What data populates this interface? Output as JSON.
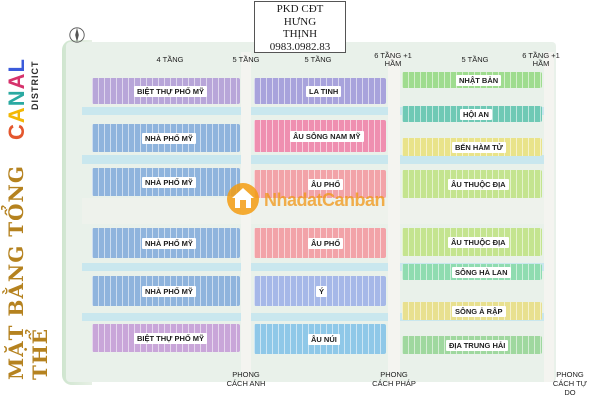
{
  "brand": {
    "canal_letters": [
      "C",
      "A",
      "N",
      "A",
      "L"
    ],
    "district": "DISTRICT",
    "site_plan": "MẶT BẰNG TỔNG THỂ"
  },
  "hotline": {
    "line1": "PKD CĐT",
    "line2": "HƯNG",
    "line3": "THỊNH",
    "phone": "0983.0982.83"
  },
  "watermark": {
    "text": "NhadatCanban"
  },
  "floors": {
    "left": "4 TẦNG",
    "mid_left": "5 TẦNG",
    "center": "5 TẦNG",
    "mid_right": "6 TẦNG +1 HẦM",
    "right": "5 TẦNG",
    "far_right": "6 TẦNG +1 HẦM"
  },
  "styles": {
    "anh": "PHONG CÁCH ANH",
    "phap": "PHONG CÁCH PHÁP",
    "tudo": "PHONG CÁCH TỰ DO"
  },
  "left_blocks": [
    {
      "name": "BIỆT THỰ PHỐ MỸ",
      "color": "#b8a6d9"
    },
    {
      "name": "NHÀ PHỐ MỸ",
      "color": "#8fb4dd"
    },
    {
      "name": "NHÀ PHỐ MỸ",
      "color": "#8fb4dd"
    },
    {
      "name": "NHÀ PHỐ MỸ",
      "color": "#8fb4dd"
    },
    {
      "name": "NHÀ PHỐ MỸ",
      "color": "#8fb4dd"
    },
    {
      "name": "BIỆT THỰ PHỐ MỸ",
      "color": "#c9a6d9"
    }
  ],
  "center_blocks": [
    {
      "name": "LA TINH",
      "color": "#a8a3dc"
    },
    {
      "name": "ÂU SÔNG NAM MỸ",
      "color": "#ef8fb0"
    },
    {
      "name": "ÂU PHỐ",
      "color": "#f2a3a8"
    },
    {
      "name": "ÂU PHỐ",
      "color": "#f2a3a8"
    },
    {
      "name": "Ý",
      "color": "#a6b8e8"
    },
    {
      "name": "ÂU NÚI",
      "color": "#8fc8e8"
    }
  ],
  "right_blocks": [
    {
      "name": "NHẬT BẢN",
      "color": "#9fdc8f"
    },
    {
      "name": "HỘI AN",
      "color": "#6fc9b5"
    },
    {
      "name": "BẾN HÀM TỬ",
      "color": "#e9e38a"
    },
    {
      "name": "ÂU THUỘC ĐỊA",
      "color": "#c4e48f"
    },
    {
      "name": "ÂU THUỘC ĐỊA",
      "color": "#c4e48f"
    },
    {
      "name": "SÔNG HÀ LAN",
      "color": "#8fdcb0"
    },
    {
      "name": "SÔNG Ả RẬP",
      "color": "#e8e08f"
    },
    {
      "name": "ĐỊA TRUNG HẢI",
      "color": "#9fd89f"
    }
  ],
  "colors": {
    "canal": "#c9e7ee",
    "site_plan_text": "#b5821f",
    "watermark_orange": "#f39c12"
  },
  "icons": {
    "compass": "compass-icon",
    "home": "home-icon"
  }
}
